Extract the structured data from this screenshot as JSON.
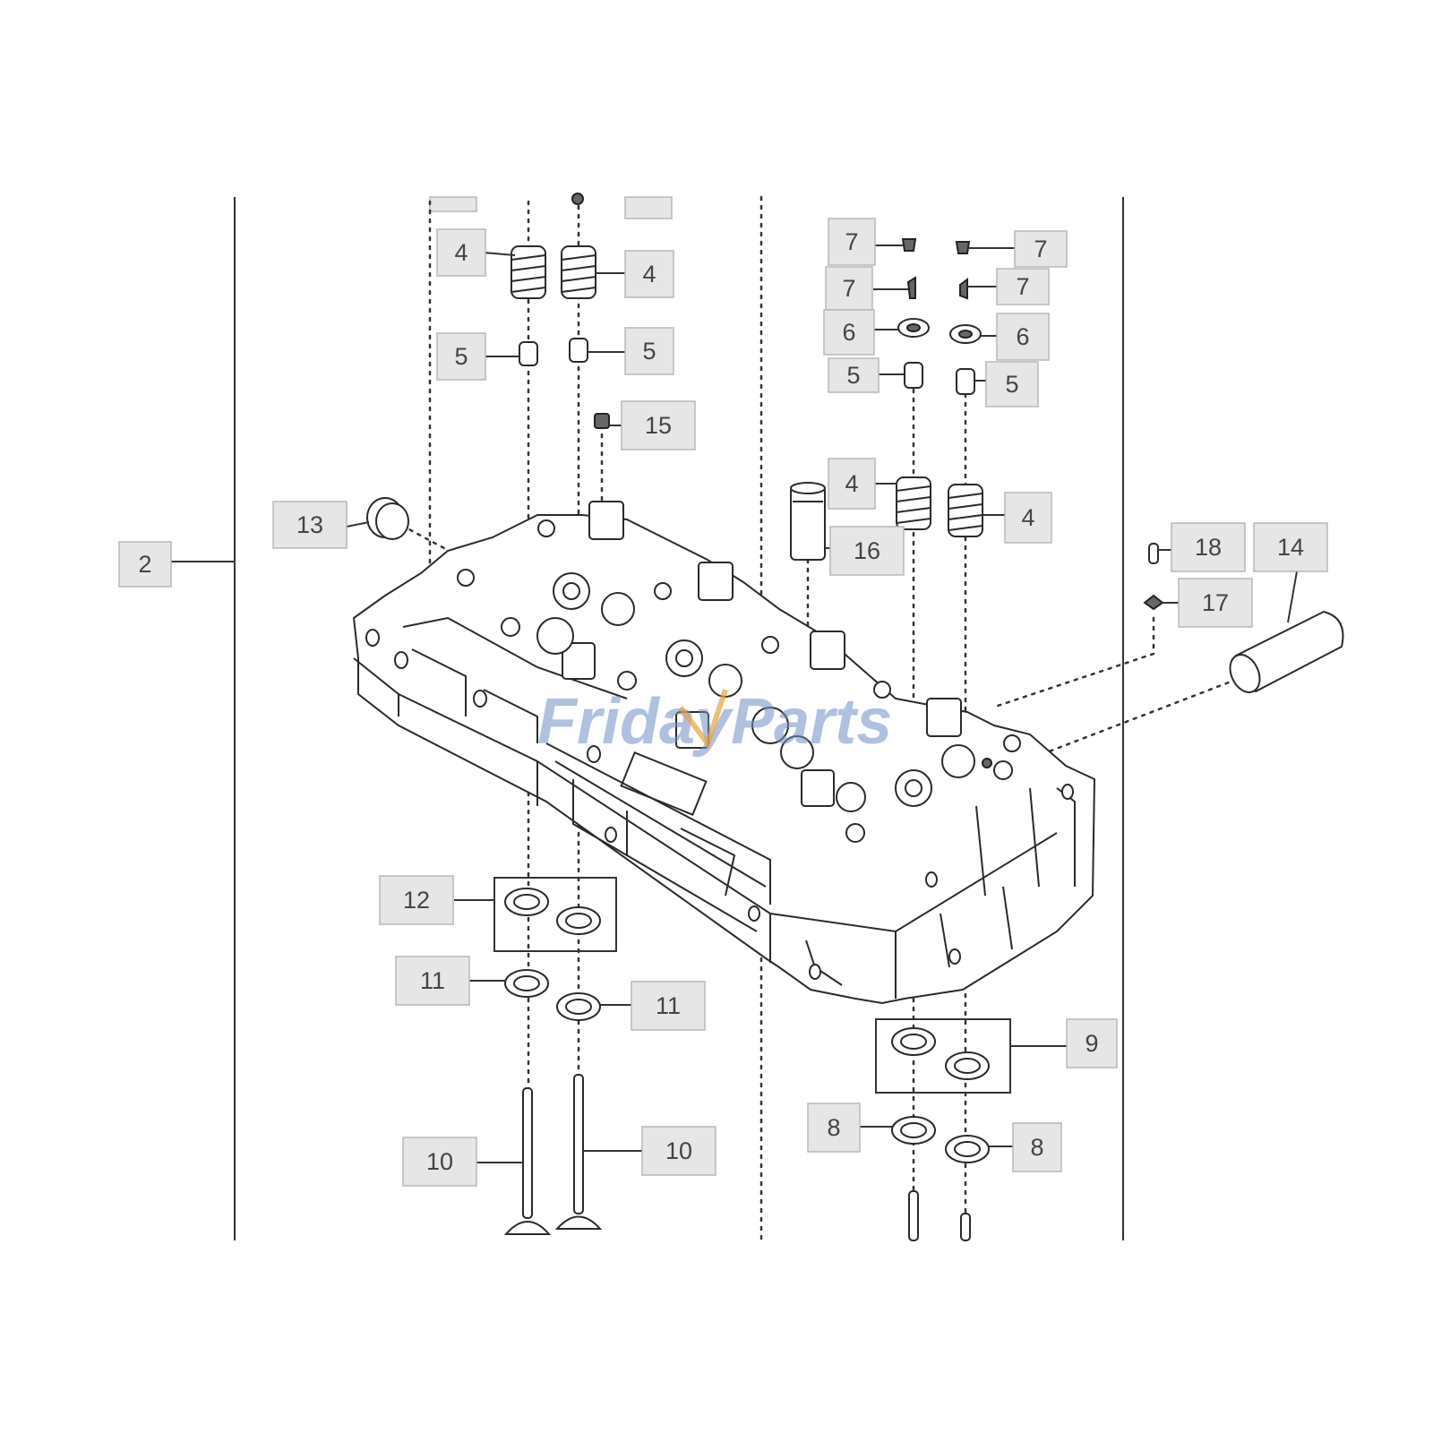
{
  "watermark": {
    "text": "FridayParts",
    "color": "#6f8fc4"
  },
  "callouts": [
    {
      "id": "c2",
      "label": "2"
    },
    {
      "id": "c4a",
      "label": "4"
    },
    {
      "id": "c4b",
      "label": "4"
    },
    {
      "id": "c5a",
      "label": "5"
    },
    {
      "id": "c5b",
      "label": "5"
    },
    {
      "id": "c15",
      "label": "15"
    },
    {
      "id": "c13",
      "label": "13"
    },
    {
      "id": "c7a",
      "label": "7"
    },
    {
      "id": "c7b",
      "label": "7"
    },
    {
      "id": "c7c",
      "label": "7"
    },
    {
      "id": "c7d",
      "label": "7"
    },
    {
      "id": "c6a",
      "label": "6"
    },
    {
      "id": "c6b",
      "label": "6"
    },
    {
      "id": "c5c",
      "label": "5"
    },
    {
      "id": "c5d",
      "label": "5"
    },
    {
      "id": "c4c",
      "label": "4"
    },
    {
      "id": "c4d",
      "label": "4"
    },
    {
      "id": "c16",
      "label": "16"
    },
    {
      "id": "c18",
      "label": "18"
    },
    {
      "id": "c14",
      "label": "14"
    },
    {
      "id": "c17",
      "label": "17"
    },
    {
      "id": "c12",
      "label": "12"
    },
    {
      "id": "c11a",
      "label": "11"
    },
    {
      "id": "c11b",
      "label": "11"
    },
    {
      "id": "c9",
      "label": "9"
    },
    {
      "id": "c8a",
      "label": "8"
    },
    {
      "id": "c8b",
      "label": "8"
    },
    {
      "id": "c10a",
      "label": "10"
    },
    {
      "id": "c10b",
      "label": "10"
    }
  ]
}
